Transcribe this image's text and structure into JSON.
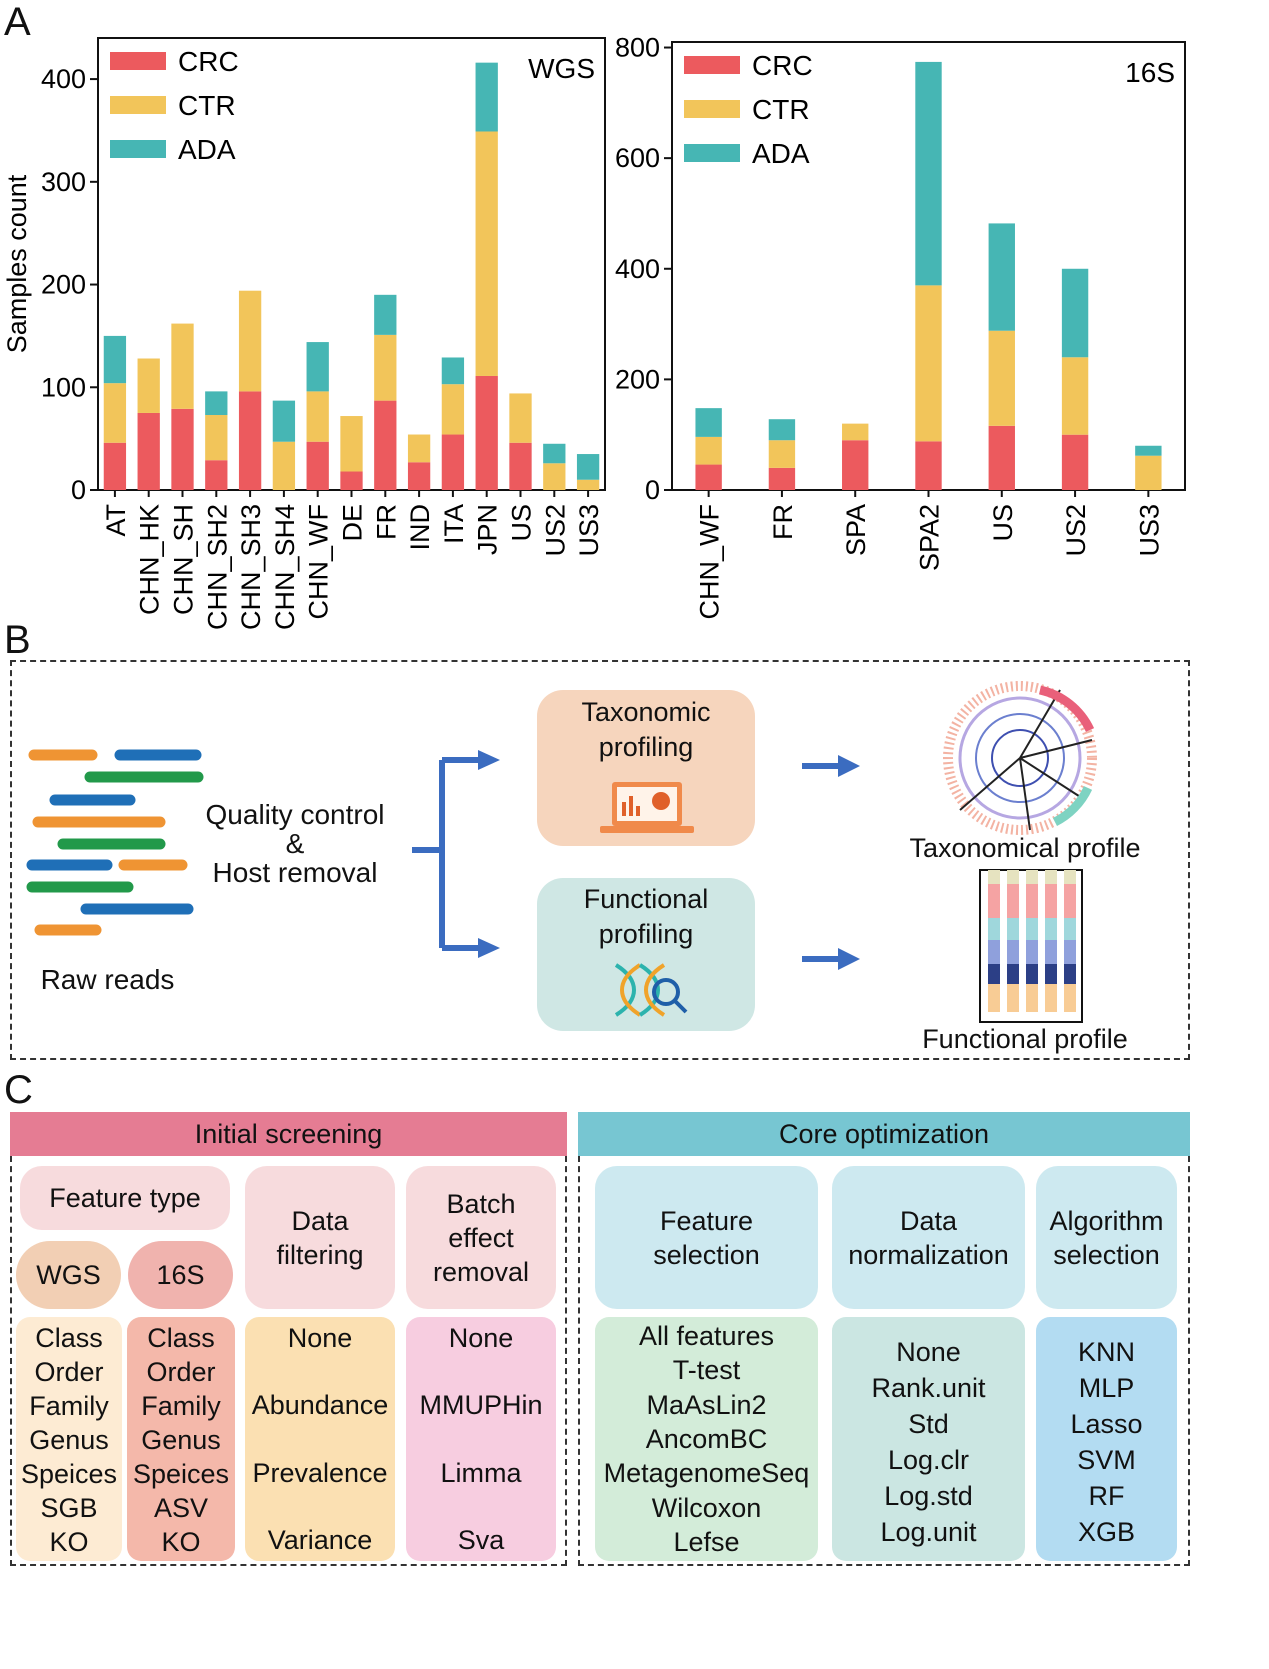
{
  "panels": {
    "a": "A",
    "b": "B",
    "c": "C"
  },
  "chart_data": [
    {
      "type": "bar",
      "stacked": true,
      "title": "WGS",
      "ylabel": "Samples count",
      "xlabel": "",
      "ylim": [
        0,
        440
      ],
      "yticks": [
        0,
        100,
        200,
        300,
        400
      ],
      "legend_position": "top-left",
      "categories": [
        "AT",
        "CHN_HK",
        "CHN_SH",
        "CHN_SH2",
        "CHN_SH3",
        "CHN_SH4",
        "CHN_WF",
        "DE",
        "FR",
        "IND",
        "ITA",
        "JPN",
        "US",
        "US2",
        "US3"
      ],
      "series": [
        {
          "name": "CRC",
          "color": "#ec5a5e",
          "values": [
            46,
            75,
            79,
            29,
            96,
            0,
            47,
            18,
            87,
            27,
            54,
            111,
            46,
            0,
            0
          ]
        },
        {
          "name": "CTR",
          "color": "#f2c55a",
          "values": [
            58,
            53,
            83,
            44,
            98,
            47,
            49,
            54,
            64,
            27,
            49,
            238,
            48,
            26,
            10
          ]
        },
        {
          "name": "ADA",
          "color": "#46b6b4",
          "values": [
            46,
            0,
            0,
            23,
            0,
            40,
            48,
            0,
            39,
            0,
            26,
            67,
            0,
            19,
            25
          ]
        }
      ]
    },
    {
      "type": "bar",
      "stacked": true,
      "title": "16S",
      "ylabel": "",
      "xlabel": "",
      "ylim": [
        0,
        810
      ],
      "yticks": [
        0,
        200,
        400,
        600,
        800
      ],
      "legend_position": "top-left",
      "categories": [
        "CHN_WF",
        "FR",
        "SPA",
        "SPA2",
        "US",
        "US2",
        "US3"
      ],
      "series": [
        {
          "name": "CRC",
          "color": "#ec5a5e",
          "values": [
            46,
            40,
            90,
            88,
            116,
            100,
            0
          ]
        },
        {
          "name": "CTR",
          "color": "#f2c55a",
          "values": [
            50,
            50,
            30,
            282,
            172,
            140,
            62
          ]
        },
        {
          "name": "ADA",
          "color": "#46b6b4",
          "values": [
            52,
            38,
            0,
            404,
            194,
            160,
            18
          ]
        }
      ]
    }
  ],
  "workflow": {
    "raw_reads": "Raw reads",
    "qc_line1": "Quality control",
    "qc_amp": "&",
    "qc_line2": "Host removal",
    "tax_line1": "Taxonomic",
    "tax_line2": "profiling",
    "func_line1": "Functional",
    "func_line2": "profiling",
    "tax_profile": "Taxonomical profile",
    "func_profile": "Functional profile"
  },
  "screening": {
    "initial_header": "Initial screening",
    "core_header": "Core optimization",
    "feature_type": "Feature type",
    "wgs": "WGS",
    "s16": "16S",
    "data_filtering": [
      "Data",
      "filtering"
    ],
    "batch": [
      "Batch",
      "effect",
      "removal"
    ],
    "feature_selection": [
      "Feature",
      "selection"
    ],
    "data_normalization": [
      "Data",
      "normalization"
    ],
    "algorithm_selection": [
      "Algorithm",
      "selection"
    ],
    "wgs_levels": [
      "Class",
      "Order",
      "Family",
      "Genus",
      "Speices",
      "SGB",
      "KO"
    ],
    "s16_levels": [
      "Class",
      "Order",
      "Family",
      "Genus",
      "Speices",
      "ASV",
      "KO"
    ],
    "filter_opts": [
      "None",
      "Abundance",
      "Prevalence",
      "Variance"
    ],
    "batch_opts": [
      "None",
      "MMUPHin",
      "Limma",
      "Sva"
    ],
    "fs_opts": [
      "All features",
      "T-test",
      "MaAsLin2",
      "AncomBC",
      "MetagenomeSeq",
      "Wilcoxon",
      "Lefse"
    ],
    "norm_opts": [
      "None",
      "Rank.unit",
      "Std",
      "Log.clr",
      "Log.std",
      "Log.unit"
    ],
    "algo_opts": [
      "KNN",
      "MLP",
      "Lasso",
      "SVM",
      "RF",
      "XGB"
    ]
  }
}
